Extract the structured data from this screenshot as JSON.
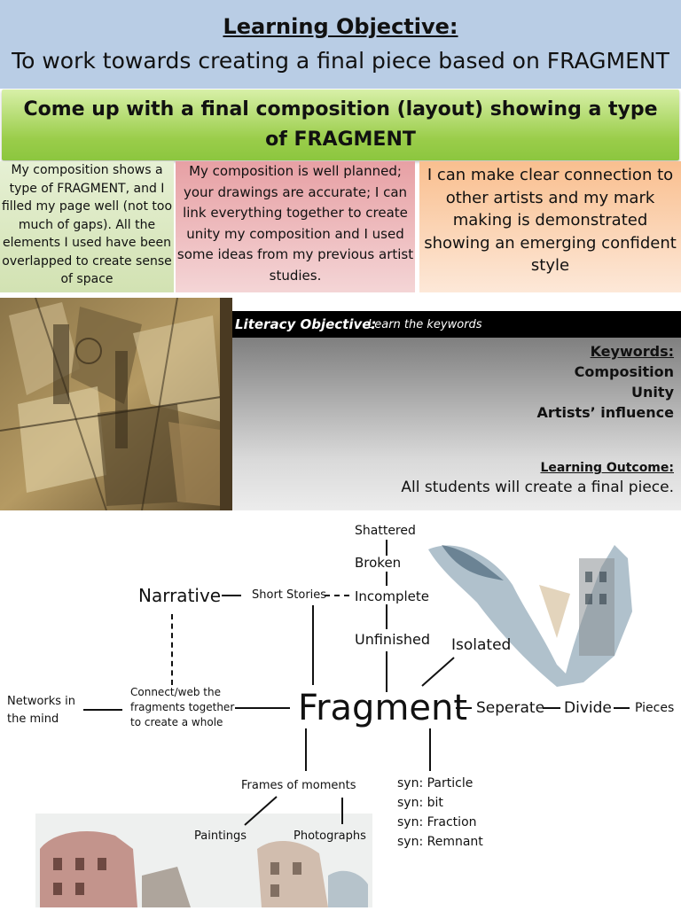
{
  "header": {
    "title": "Learning Objective:",
    "subtitle": "To work towards creating a final piece based on FRAGMENT"
  },
  "banner": {
    "text": "Come up with a final composition (layout) showing a type of FRAGMENT"
  },
  "criteria": [
    {
      "text": "My composition shows a type of FRAGMENT, and I filled my page well (not too much of gaps). All the elements I used have been overlapped to create sense of space",
      "color": "#d2e2b2"
    },
    {
      "text": "My composition is well planned; your drawings are accurate; I can link everything together to create unity  my composition and I used some ideas from my previous artist studies.",
      "color": "#e7a0a4"
    },
    {
      "text": "I can make clear connection to other artists and my mark making is demonstrated showing an emerging confident style",
      "color": "#f9bf8f"
    }
  ],
  "literacy": {
    "label": "Literacy Objective:",
    "text": "Learn the keywords",
    "keywords_title": "Keywords:",
    "keywords": [
      "Composition",
      "Unity",
      "Artists’ influence"
    ],
    "outcome_title": "Learning Outcome:",
    "outcome_text": "All students will create a final piece."
  },
  "mindmap": {
    "center": "Fragment",
    "shattered": "Shattered",
    "broken": "Broken",
    "incomplete": "Incomplete",
    "unfinished": "Unfinished",
    "isolated": "Isolated",
    "narrative": "Narrative",
    "short_stories": "Short Stories",
    "networks_1": "Networks in",
    "networks_2": "the mind",
    "connect_1": "Connect/web the",
    "connect_2": "fragments together",
    "connect_3": "to create a whole",
    "seperate": "Seperate",
    "divide": "Divide",
    "pieces": "Pieces",
    "frames": "Frames of moments",
    "paintings": "Paintings",
    "photographs": "Photographs",
    "synonyms": [
      "syn: Particle",
      "syn: bit",
      "syn: Fraction",
      "syn: Remnant"
    ]
  }
}
